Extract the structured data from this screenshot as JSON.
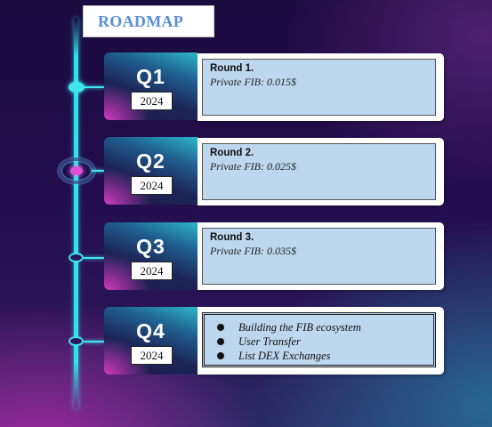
{
  "header": {
    "title": "ROADMAP"
  },
  "quarters": [
    {
      "label": "Q1",
      "year": "2024",
      "title": "Round 1.",
      "price": "Private FIB: 0.015$"
    },
    {
      "label": "Q2",
      "year": "2024",
      "title": "Round 2.",
      "price": "Private FIB: 0.025$"
    },
    {
      "label": "Q3",
      "year": "2024",
      "title": "Round 3.",
      "price": "Private FIB: 0.035$"
    },
    {
      "label": "Q4",
      "year": "2024",
      "items": [
        "Building the FIB ecosystem",
        "User Transfer",
        "List DEX Exchanges"
      ]
    }
  ],
  "colors": {
    "accent": "#3fe6f0",
    "title": "#5b8ed6",
    "card": "#bdd7ee",
    "highlight": "#e04fd6"
  }
}
